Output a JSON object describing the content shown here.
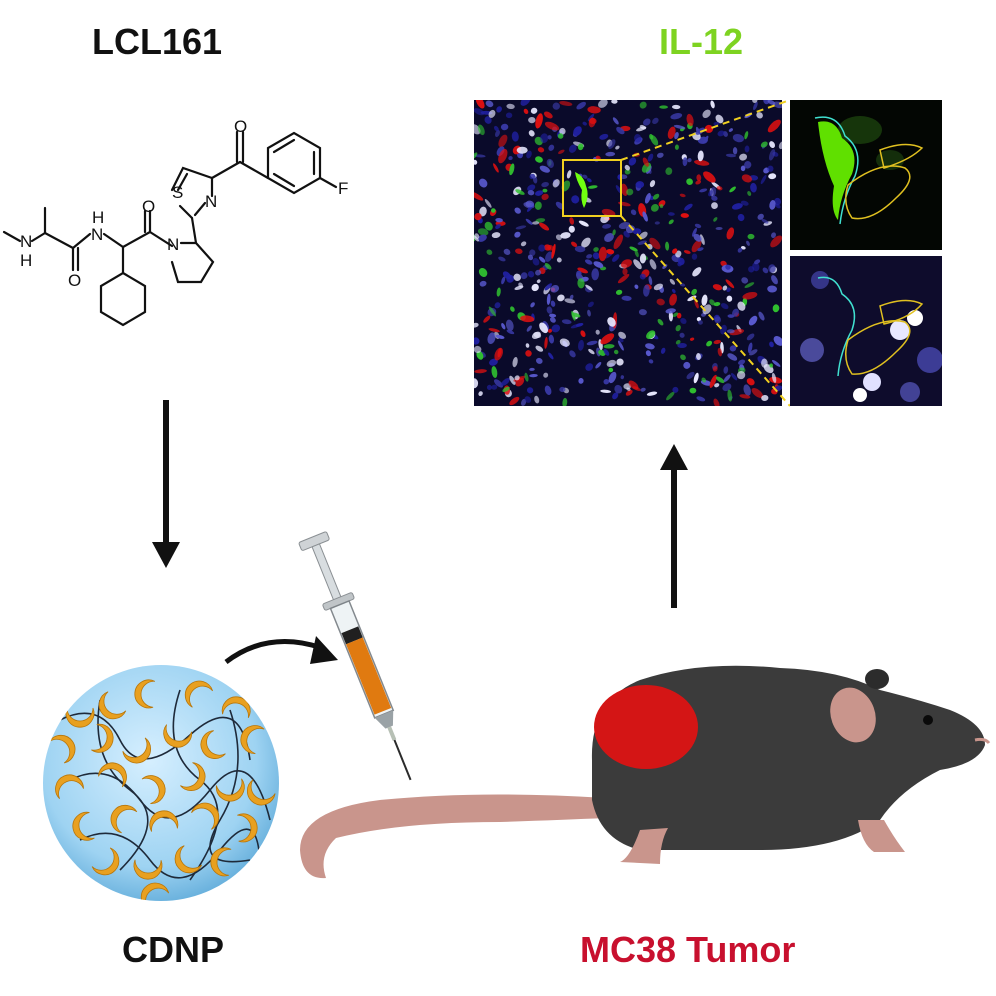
{
  "labels": {
    "compound": "LCL161",
    "cytokine": "IL-12",
    "nanoparticle": "CDNP",
    "tumor_model": "MC38 Tumor"
  },
  "structure_atoms": {
    "o_top": "O",
    "s": "S",
    "n_thiazole": "N",
    "f": "F",
    "o_amide": "O",
    "n_amide": "N",
    "h_amide": "H",
    "n_pyrrolidine": "N",
    "n_amine": "N",
    "h_amine": "H",
    "o_left": "O"
  },
  "colors": {
    "il12_green": "#7ed321",
    "tumor_red": "#c8102e",
    "tumor_patch": "#d41515",
    "nanoparticle_blue": "#7ec3ea",
    "cd_orange": "#e8a020",
    "mouse_body": "#3b3b3b",
    "mouse_pink": "#c9958c",
    "syringe_fluid": "#e07a10",
    "arrow": "#111111",
    "box_yellow": "#f0d020"
  }
}
